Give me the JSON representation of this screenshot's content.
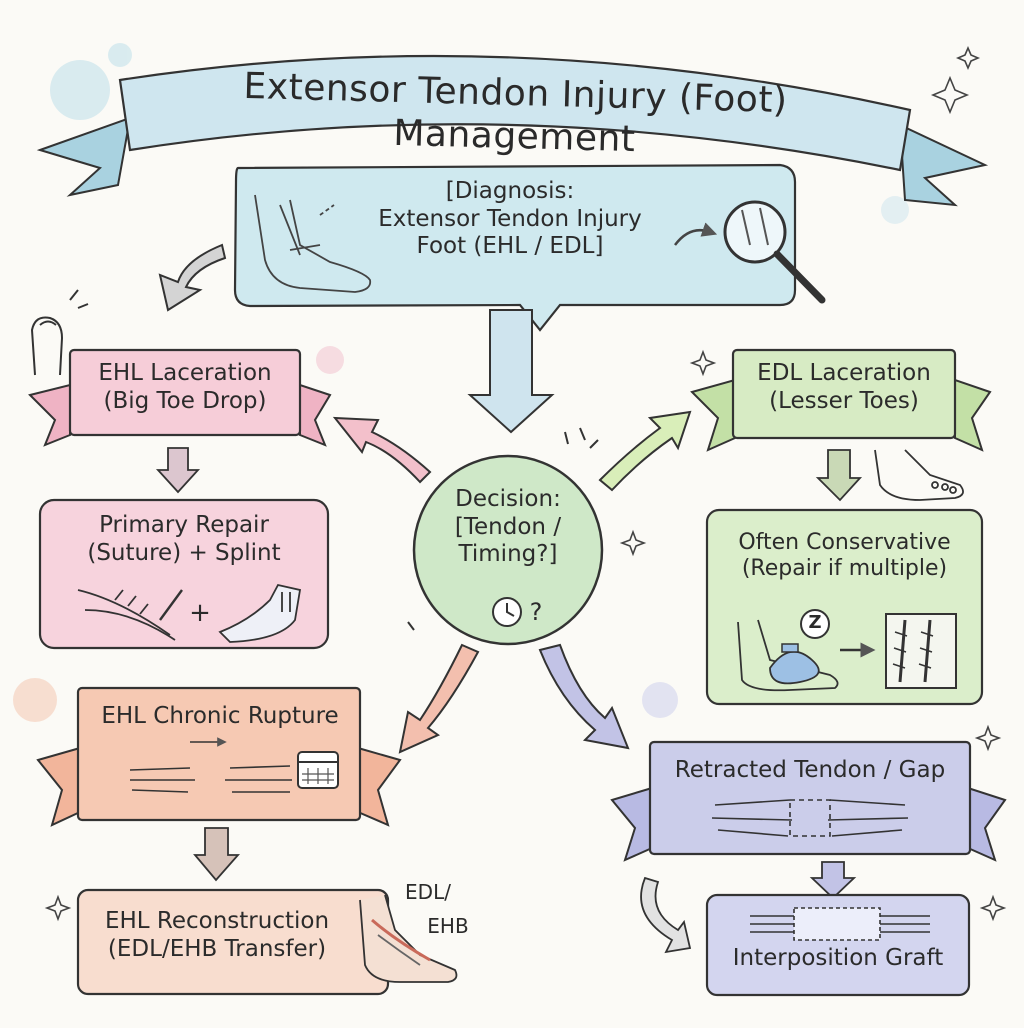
{
  "title": "Extensor Tendon Injury (Foot) Management",
  "diagnosis": {
    "line1": "[Diagnosis:",
    "line2": "Extensor Tendon Injury",
    "line3": "Foot (EHL / EDL]"
  },
  "decision": {
    "line1": "Decision:",
    "line2": "[Tendon /",
    "line3": "Timing?]",
    "question_mark": "?"
  },
  "ehl_laceration": {
    "line1": "EHL Laceration",
    "line2": "(Big Toe Drop)"
  },
  "primary_repair": {
    "line1": "Primary Repair",
    "line2": "(Suture) + Splint",
    "plus": "+"
  },
  "ehl_chronic": {
    "line1": "EHL Chronic Rupture"
  },
  "ehl_reconstruction": {
    "line1": "EHL Reconstruction",
    "line2": "(EDL/EHB Transfer)",
    "annot1": "EDL/",
    "annot2": "EHB"
  },
  "edl_laceration": {
    "line1": "EDL Laceration",
    "line2": "(Lesser Toes)"
  },
  "conservative": {
    "line1": "Often Conservative",
    "line2": "(Repair if multiple)",
    "z_label": "Z"
  },
  "retracted": {
    "line1": "Retracted Tendon / Gap"
  },
  "graft": {
    "line1": "Interposition Graft"
  },
  "colors": {
    "blue": "#cfe6ef",
    "pink": "#f6cdd8",
    "green": "#d7ebc4",
    "peach": "#f6c9b3",
    "lavender": "#cbcdea",
    "circle": "#cfe8c8"
  },
  "icons": [
    "foot-icon",
    "magnifier-icon",
    "toe-icon",
    "suture-icon",
    "splint-icon",
    "clock-icon",
    "calendar-icon",
    "ice-pack-icon",
    "stitched-tendon-icon",
    "torn-tendon-icon",
    "tendon-gap-icon",
    "graft-icon"
  ]
}
